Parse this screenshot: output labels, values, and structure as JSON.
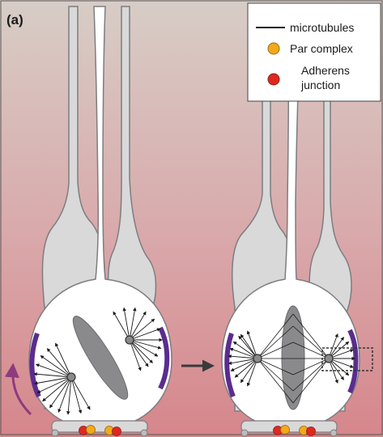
{
  "panel_label": "(a)",
  "legend": {
    "microtubules": "microtubules",
    "par_complex": "Par complex",
    "adherens_line1": "Adherens",
    "adherens_line2": "junction"
  },
  "colors": {
    "cell_fill": "#d9d9da",
    "cell_stroke": "#7d7d80",
    "cell_interior": "#ffffff",
    "spindle": "#8a8a8c",
    "crescent": "#5b2c8f",
    "par_complex": "#f2a91b",
    "adherens_junction": "#e0281f",
    "rotation_arrow": "#8e3a7e",
    "bg_top": "#d6cbc3",
    "bg_bottom": "#d98a8e"
  }
}
